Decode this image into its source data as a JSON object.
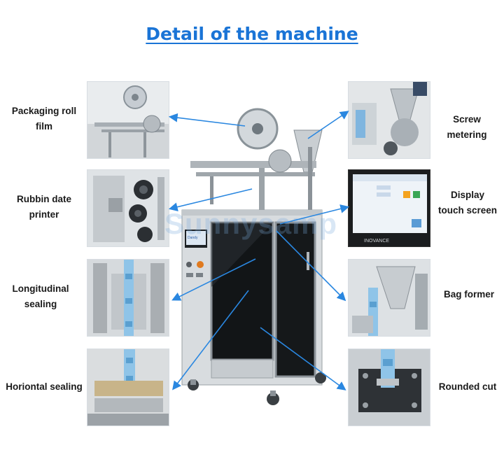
{
  "title": "Detail of the machine",
  "watermark": "Sunnysamp",
  "screen_brand": "INOVANCE",
  "panel_brand": "Dandy",
  "accent_color": "#1a74d6",
  "arrow_color": "#2a87e0",
  "labels": {
    "packaging_roll_film": "Packaging roll\nfilm",
    "rubbin_date_printer": "Rubbin date\nprinter",
    "longitudinal_sealing": "Longitudinal\nsealing",
    "horiontal_sealing": "Horiontal sealing",
    "screw_metering": "Screw\nmetering",
    "display_touch_screen": "Display\ntouch screen",
    "bag_former": "Bag former",
    "rounded_cut": "Rounded cut"
  }
}
